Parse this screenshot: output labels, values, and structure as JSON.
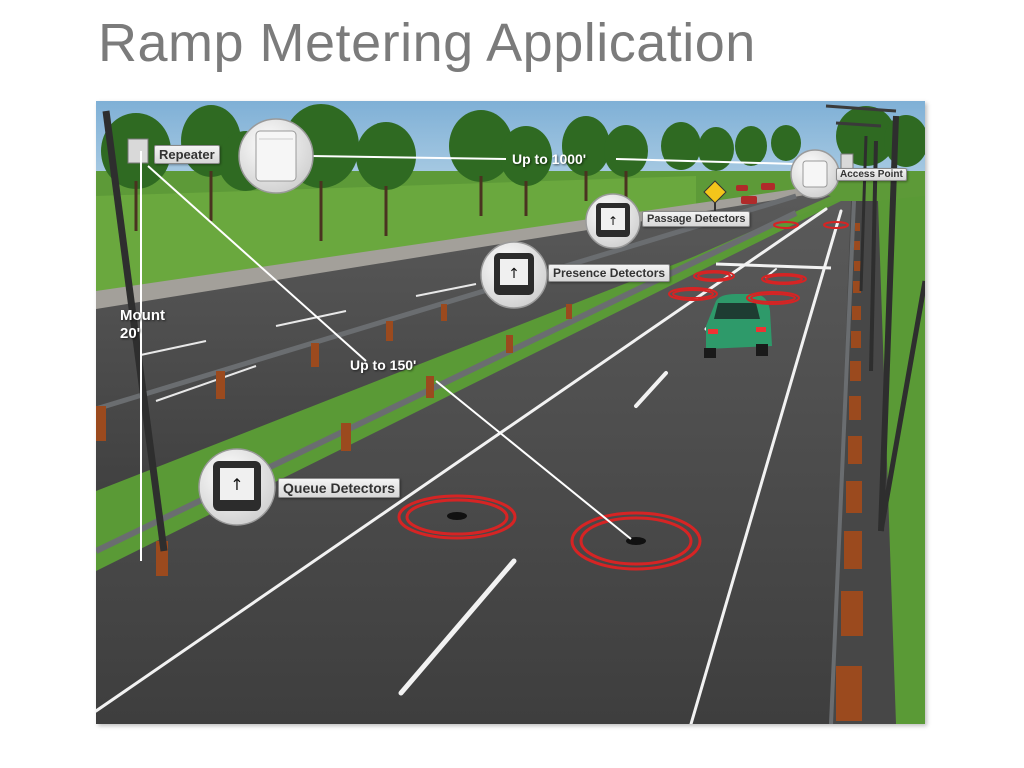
{
  "title": "Ramp Metering Application",
  "labels": {
    "repeater": "Repeater",
    "range_long": "Up to 1000'",
    "access_point": "Access Point",
    "passage": "Passage Detectors",
    "presence": "Presence Detectors",
    "mount_line1": "Mount",
    "mount_line2": "20'",
    "range_short": "Up to 150'",
    "queue": "Queue Detectors"
  },
  "colors": {
    "sky": "#8cb6d6",
    "grass": "#5a9a36",
    "road": "#4a4a4a",
    "detector_ring": "#d62424",
    "car": "#2e9a6a",
    "guard_post": "#9b4a1e"
  },
  "icons": [
    "repeater-enclosure-icon",
    "access-point-icon",
    "detector-puck-icon",
    "warning-sign-icon"
  ]
}
